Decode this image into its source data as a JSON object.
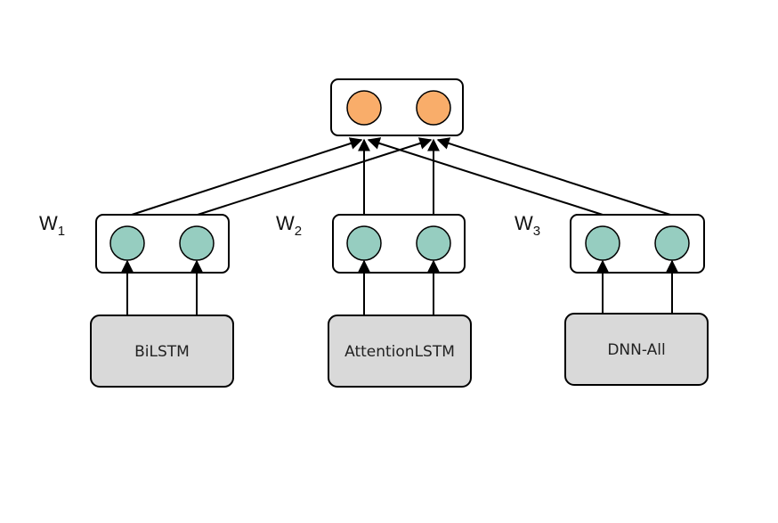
{
  "diagram": {
    "output_layer": {
      "node_count": 2,
      "node_color": "#f9ad6a"
    },
    "weights": [
      {
        "main": "W",
        "sub": "1"
      },
      {
        "main": "W",
        "sub": "2"
      },
      {
        "main": "W",
        "sub": "3"
      }
    ],
    "modules": [
      {
        "label": "BiLSTM"
      },
      {
        "label": "AttentionLSTM"
      },
      {
        "label": "DNN-All"
      }
    ],
    "hidden_node_color": "#96cdc0",
    "module_fill": "#d9d9d9"
  }
}
